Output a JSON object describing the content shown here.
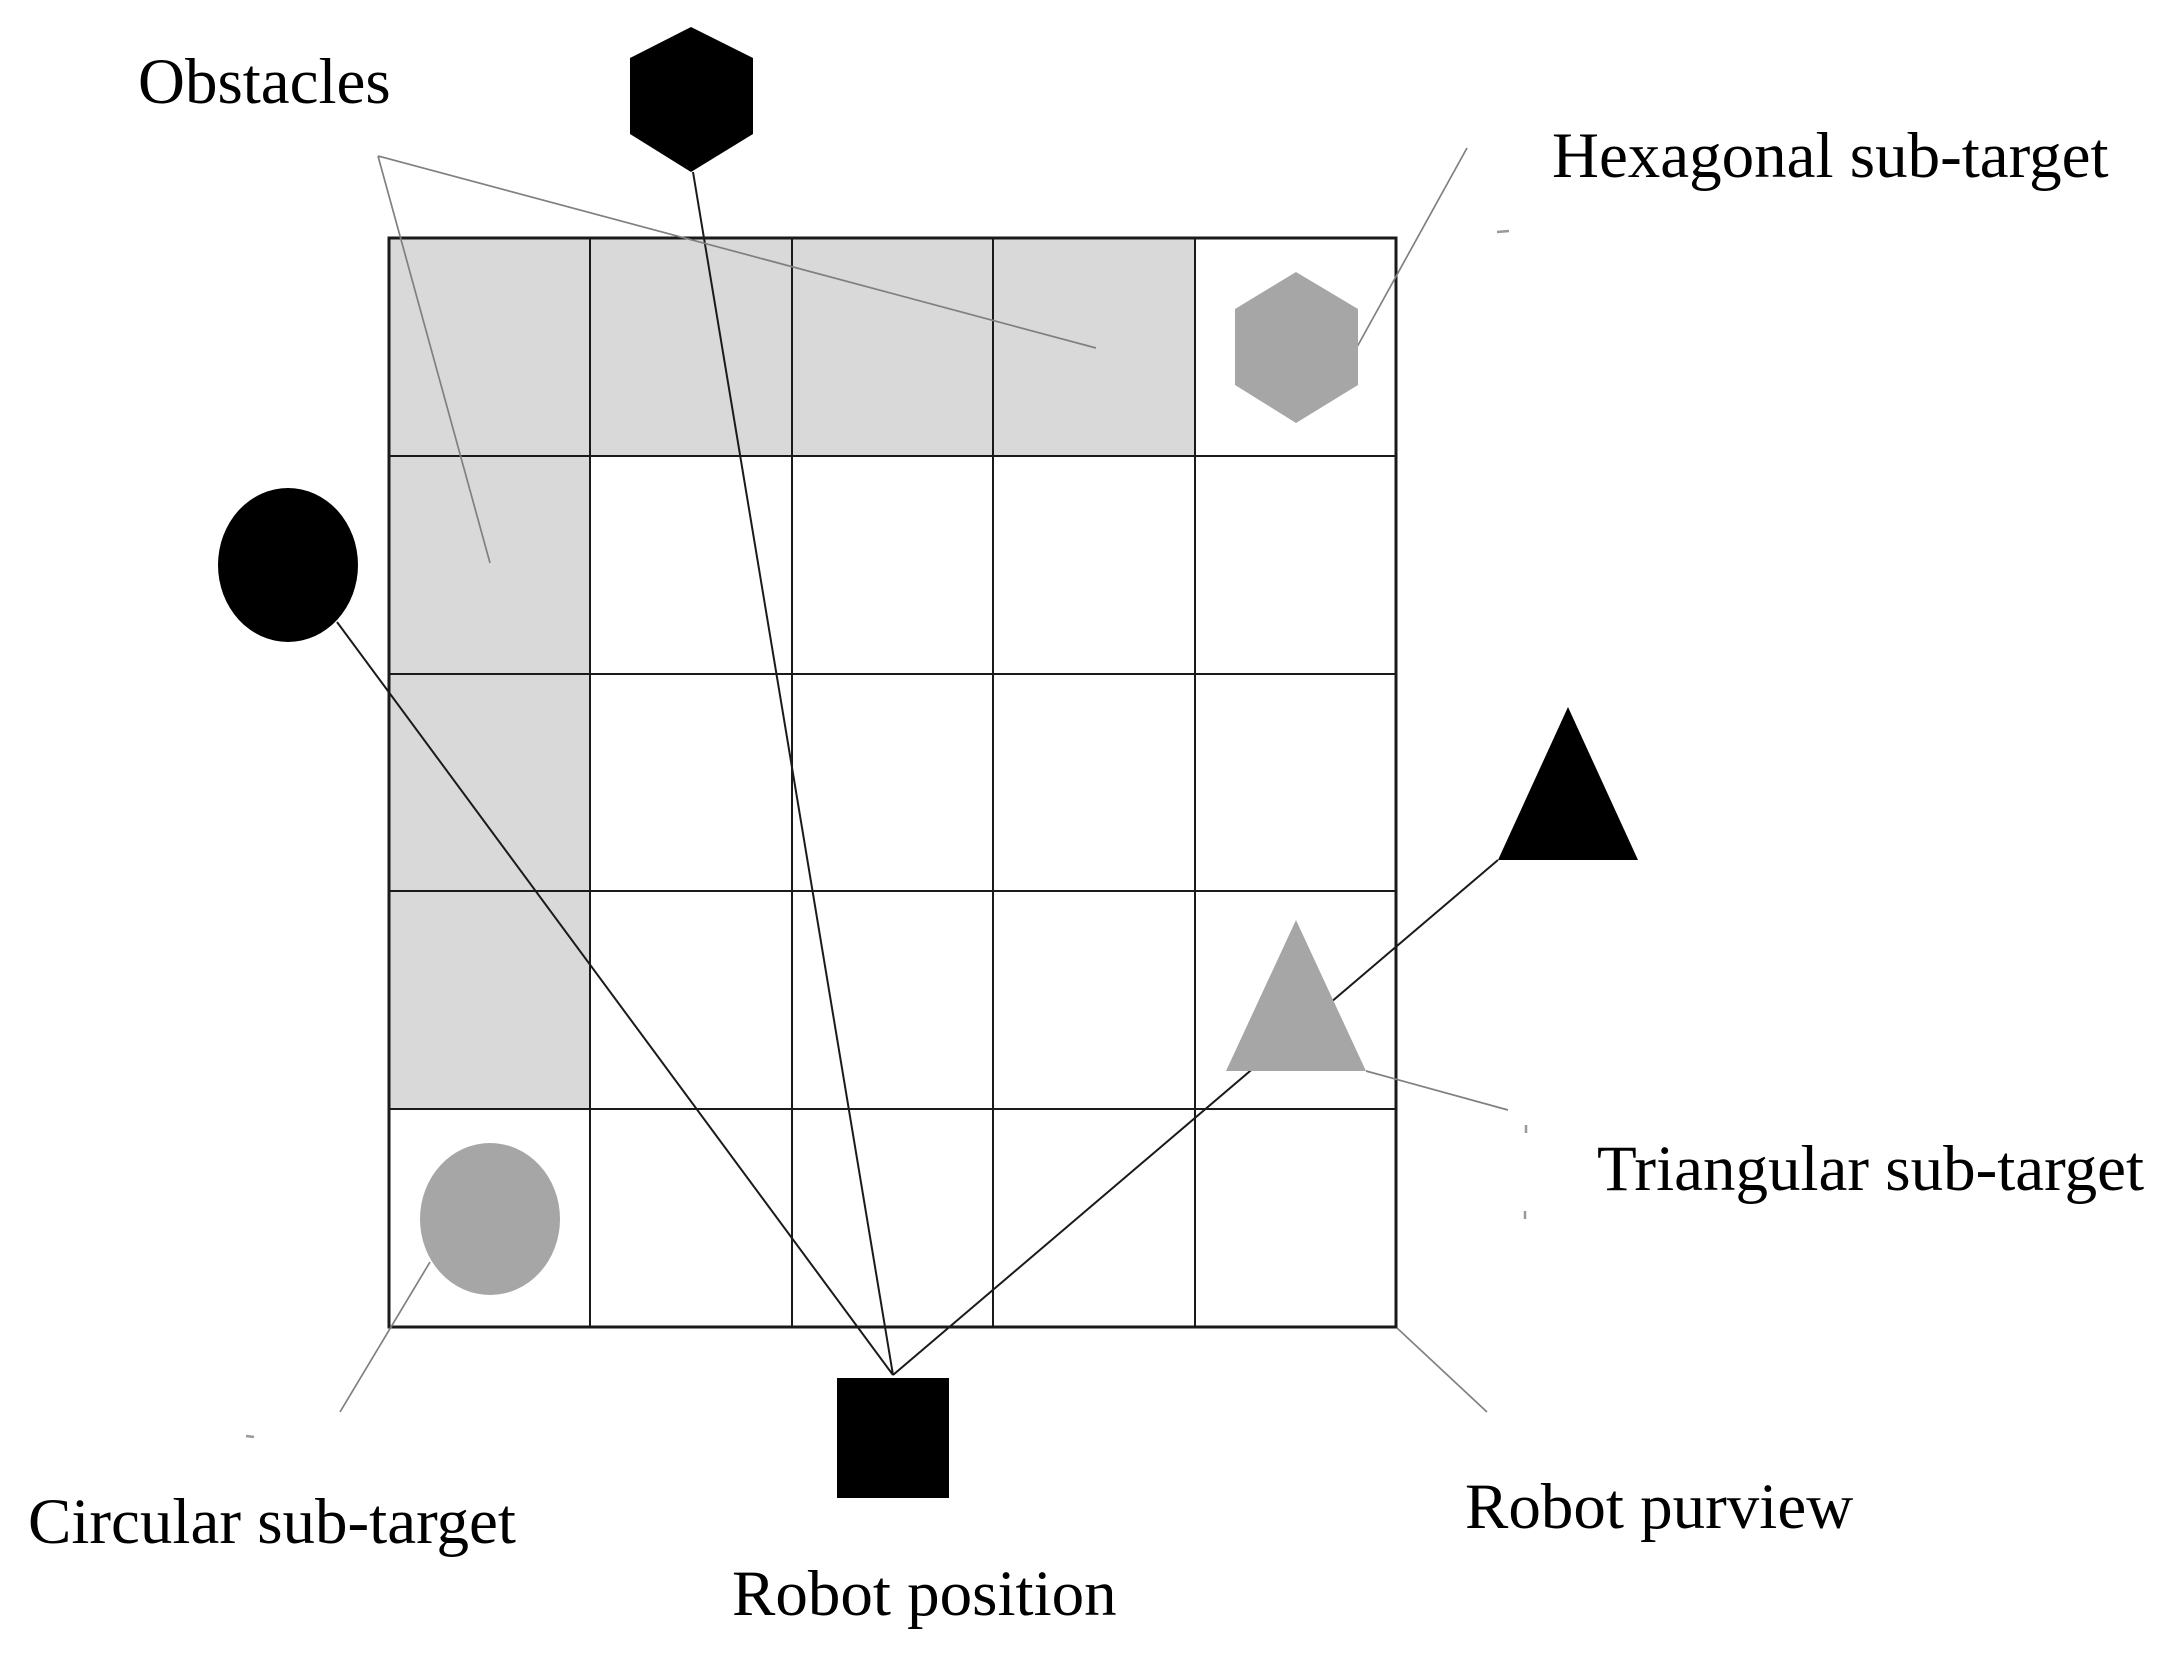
{
  "figure": {
    "title": "Robot grid-world diagram",
    "labels": {
      "obstacles": "Obstacles",
      "hexagonal_subtarget": "Hexagonal sub-target",
      "triangular_subtarget": "Triangular sub-target",
      "circular_subtarget": "Circular sub-target",
      "robot_position": "Robot position",
      "robot_purview": "Robot purview"
    },
    "colors": {
      "background": "#ffffff",
      "obstacle_cell_fill": "#d9d9d9",
      "gray_subtarget_fill": "#a6a6a6",
      "black_shape_fill": "#000000",
      "grid_line": "#1a1a1a",
      "purview_line": "#1a1a1a",
      "leader_line": "#808080",
      "stray_mark": "#999999",
      "label_text": "#000000"
    },
    "grid": {
      "rows": 5,
      "cols": 5,
      "obstacle_cells_row_col": [
        [
          0,
          0
        ],
        [
          0,
          1
        ],
        [
          0,
          2
        ],
        [
          0,
          3
        ],
        [
          1,
          0
        ],
        [
          2,
          0
        ],
        [
          3,
          0
        ]
      ],
      "subtarget_cells": {
        "hexagonal": [
          0,
          4
        ],
        "triangular": [
          3,
          4
        ],
        "circular": [
          4,
          0
        ]
      }
    },
    "shapes": {
      "black_hexagon": "obstacle hexagon outside grid (top)",
      "black_circle": "obstacle circle outside grid (left)",
      "black_triangle": "obstacle triangle outside grid (right)",
      "gray_hexagon": "hexagonal sub-target in grid",
      "gray_circle": "circular sub-target in grid",
      "gray_triangle": "triangular sub-target in grid",
      "black_square": "robot position below grid"
    }
  }
}
